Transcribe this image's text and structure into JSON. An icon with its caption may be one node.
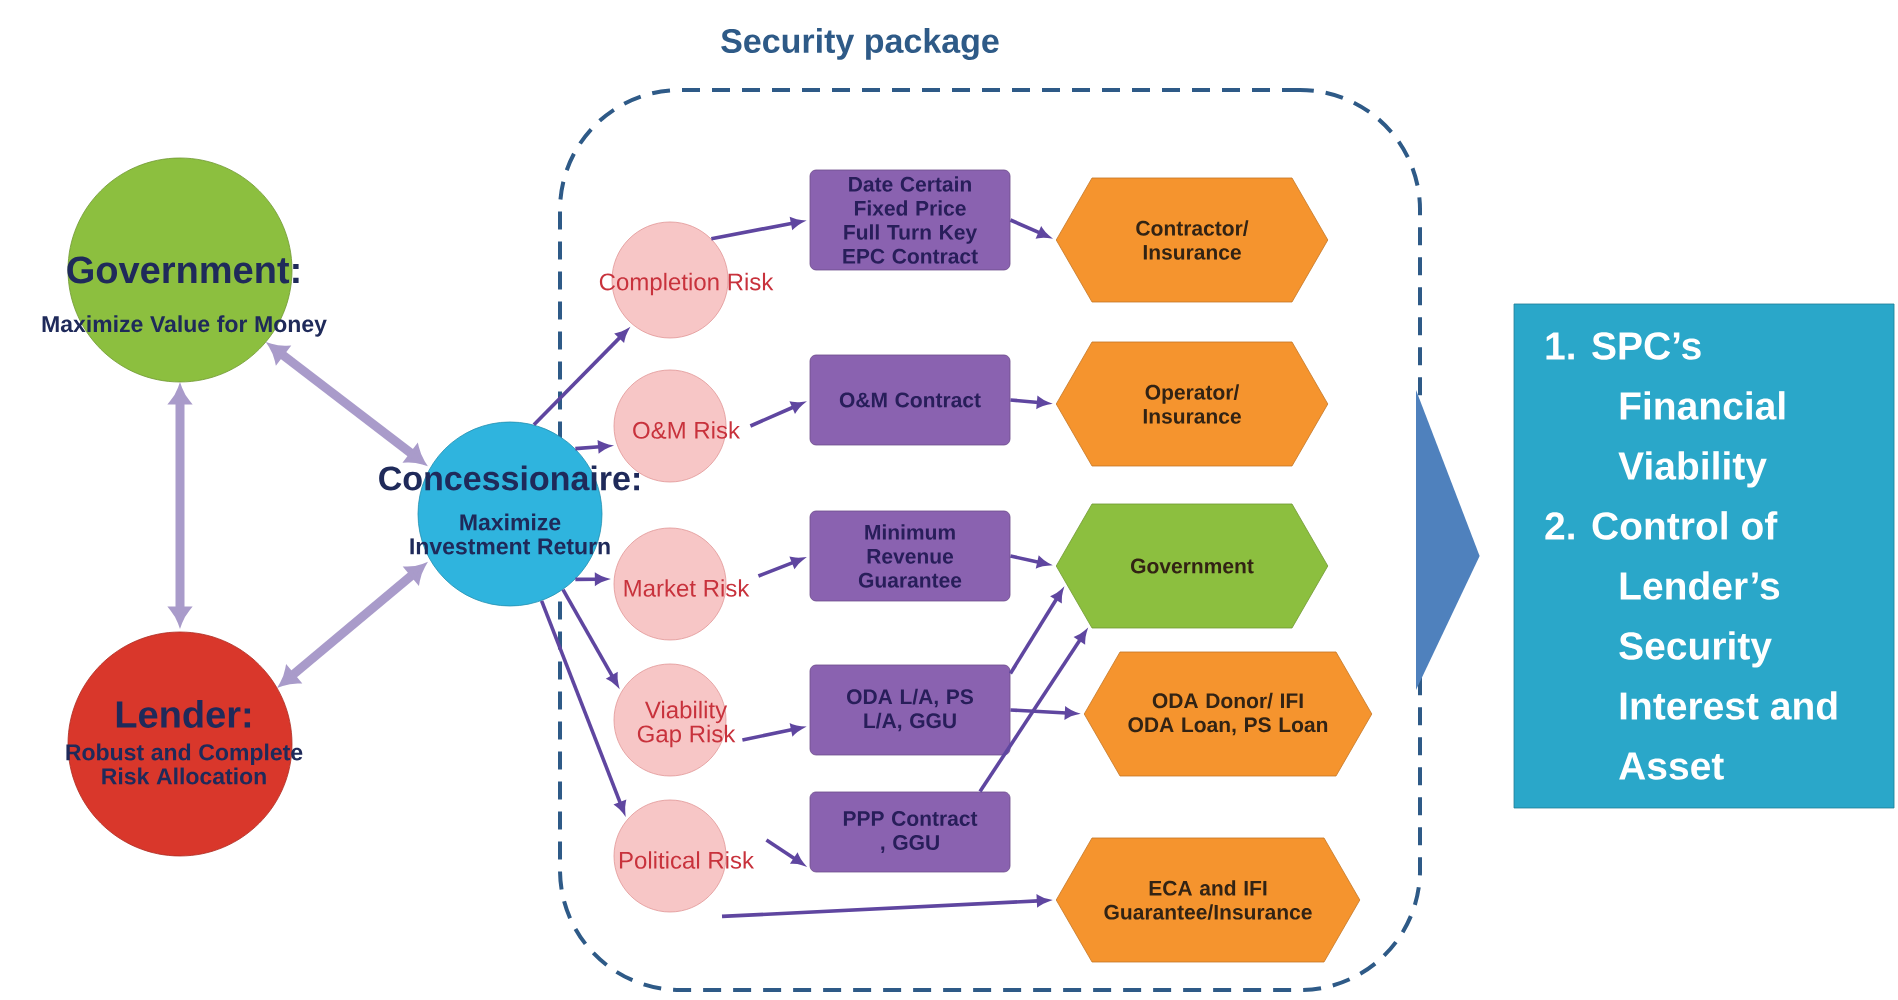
{
  "diagram": {
    "nodes": [
      {
        "text": [
          "Security package"
        ]
      },
      {
        "text": [
          "Government:",
          "Maximize Value for Money"
        ]
      },
      {
        "text": [
          "Lender:",
          "Robust and Complete Risk Allocation"
        ]
      },
      {
        "text": [
          "Concessionaire:",
          "Maximize Investment Return"
        ]
      },
      {
        "text": [
          "Completion Risk"
        ],
        "in": 0
      },
      {
        "text": [
          "O&M Risk"
        ],
        "in": 0
      },
      {
        "text": [
          "Market Risk"
        ],
        "in": 0
      },
      {
        "text": [
          "Viability Gap Risk"
        ],
        "in": 0
      },
      {
        "text": [
          "Political Risk"
        ],
        "in": 0
      },
      {
        "text": [
          "Date Certain Fixed Price Full Turn Key EPC Contract"
        ],
        "in": 0
      },
      {
        "text": [
          "O&M Contract"
        ],
        "in": 0
      },
      {
        "text": [
          "Minimum Revenue Guarantee"
        ],
        "in": 0
      },
      {
        "text": [
          "ODA L/A, PS L/A, GGU"
        ],
        "in": 0
      },
      {
        "text": [
          "PPP Contract , GGU"
        ],
        "in": 0
      },
      {
        "text": [
          "Contractor/ Insurance"
        ],
        "in": 0
      },
      {
        "text": [
          "Operator/ Insurance"
        ],
        "in": 0
      },
      {
        "text": [
          "Government"
        ],
        "in": 0
      },
      {
        "text": [
          "ODA Donor/ IFI ODA Loan, PS Loan"
        ],
        "in": 0
      },
      {
        "text": [
          "ECA and IFI Guarantee/Insurance"
        ],
        "in": 0
      },
      {
        "text": [
          "1. SPC’s Financial Viability",
          "2. Control of Lender’s Security Interest and Asset"
        ]
      }
    ],
    "edges": [
      {
        "from": 1,
        "to": 3,
        "arrow": "both",
        "style": "thick",
        "color": "#a99bca"
      },
      {
        "from": 1,
        "to": 2,
        "arrow": "both",
        "style": "thick",
        "color": "#a99bca"
      },
      {
        "from": 2,
        "to": 3,
        "arrow": "both",
        "style": "thick",
        "color": "#a99bca"
      },
      {
        "from": 3,
        "to": 4,
        "arrow": "to"
      },
      {
        "from": 3,
        "to": 5,
        "arrow": "to"
      },
      {
        "from": 3,
        "to": 6,
        "arrow": "to"
      },
      {
        "from": 3,
        "to": 7,
        "arrow": "to"
      },
      {
        "from": 3,
        "to": 8,
        "arrow": "to"
      },
      {
        "from": 4,
        "to": 9,
        "arrow": "to"
      },
      {
        "from": 5,
        "to": 10,
        "arrow": "to"
      },
      {
        "from": 6,
        "to": 11,
        "arrow": "to"
      },
      {
        "from": 7,
        "to": 12,
        "arrow": "to"
      },
      {
        "from": 8,
        "to": 13,
        "arrow": "to"
      },
      {
        "from": 9,
        "to": 14,
        "arrow": "to"
      },
      {
        "from": 10,
        "to": 15,
        "arrow": "to"
      },
      {
        "from": 11,
        "to": 16,
        "arrow": "to"
      },
      {
        "from": 12,
        "to": 16,
        "arrow": "to"
      },
      {
        "from": 12,
        "to": 17,
        "arrow": "to"
      },
      {
        "from": 13,
        "to": 16,
        "arrow": "to"
      },
      {
        "from": 8,
        "to": 18,
        "arrow": "to"
      },
      {
        "from": 0,
        "to": 19,
        "arrow": "to",
        "color": "#4f81bd"
      }
    ]
  }
}
